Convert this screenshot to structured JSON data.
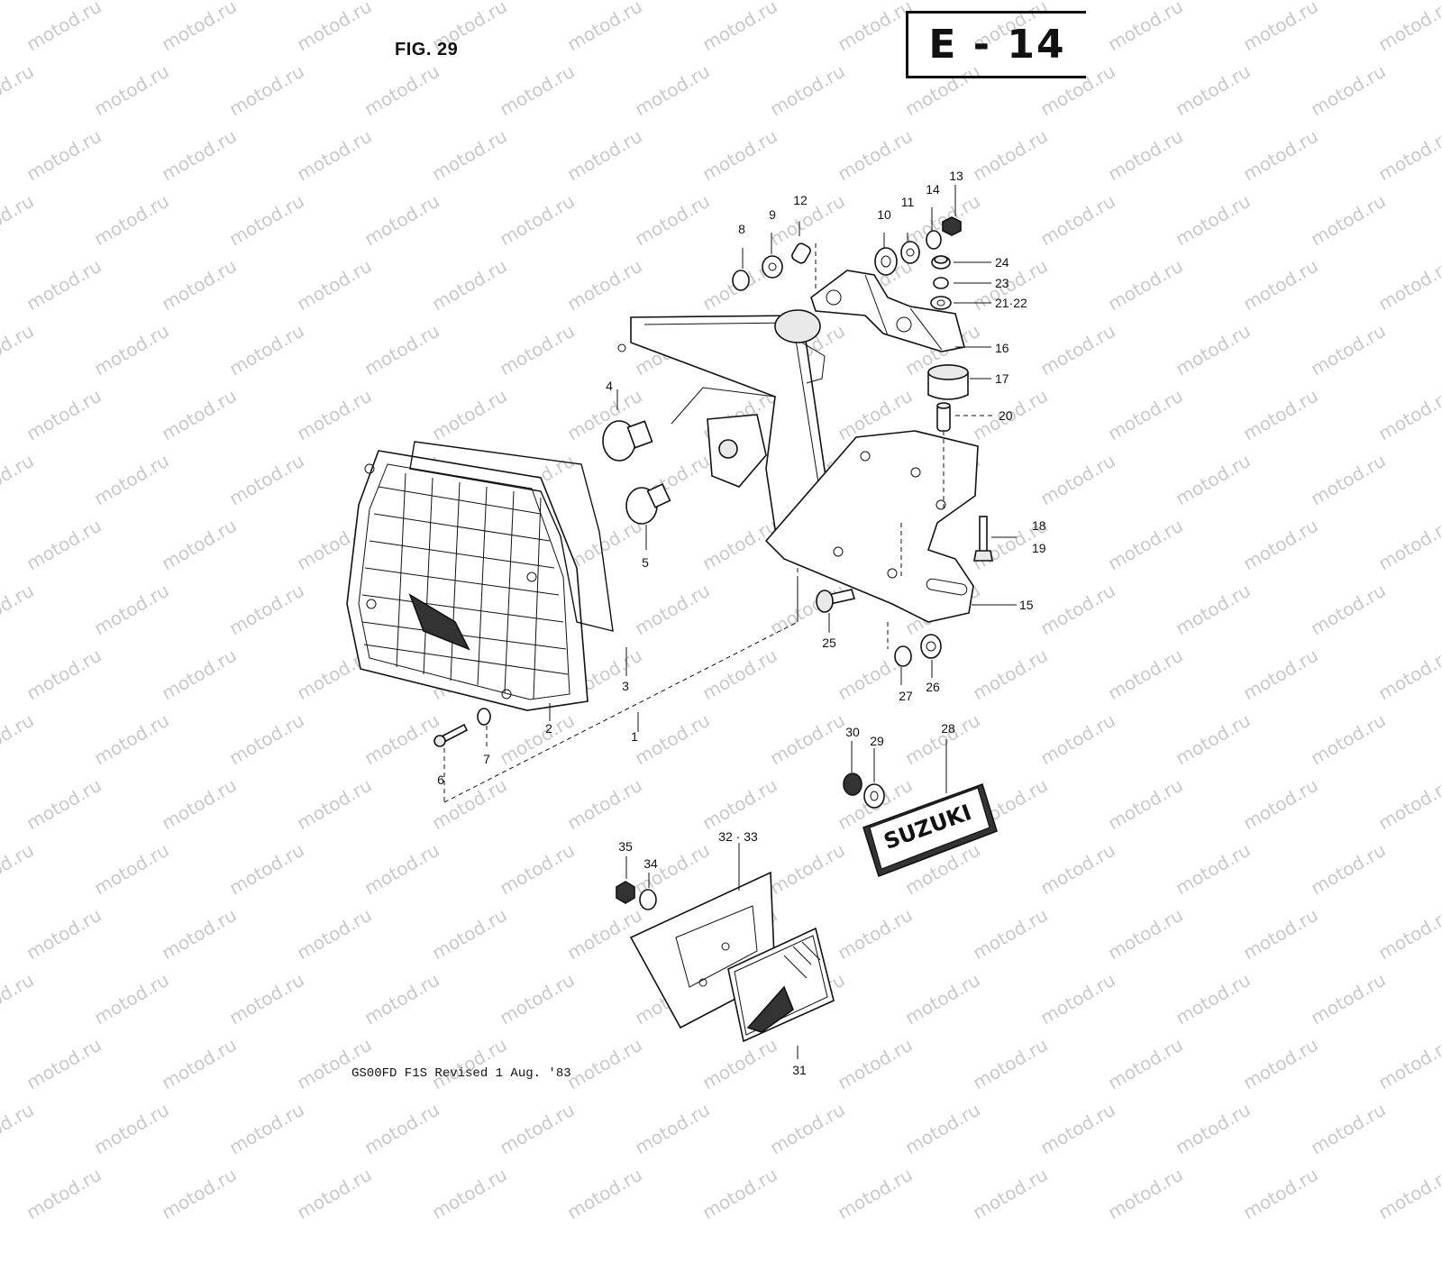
{
  "figure_label": "FIG. 29",
  "page_code": "E - 14",
  "watermark": "motod.ru",
  "badge_text": "SUZUKI",
  "footer_note": "GS00FD F1S Revised 1 Aug. '83",
  "callouts": {
    "c1": "1",
    "c2": "2",
    "c3": "3",
    "c4": "4",
    "c5": "5",
    "c6": "6",
    "c7": "7",
    "c8": "8",
    "c9": "9",
    "c10": "10",
    "c11": "11",
    "c12": "12",
    "c13": "13",
    "c14": "14",
    "c15": "15",
    "c16": "16",
    "c17": "17",
    "c18": "18",
    "c19": "19",
    "c20": "20",
    "c21_22": "21·22",
    "c23": "23",
    "c24": "24",
    "c25": "25",
    "c26": "26",
    "c27": "27",
    "c28": "28",
    "c29": "29",
    "c30": "30",
    "c31": "31",
    "c32_33": "32 · 33",
    "c34": "34",
    "c35": "35"
  }
}
